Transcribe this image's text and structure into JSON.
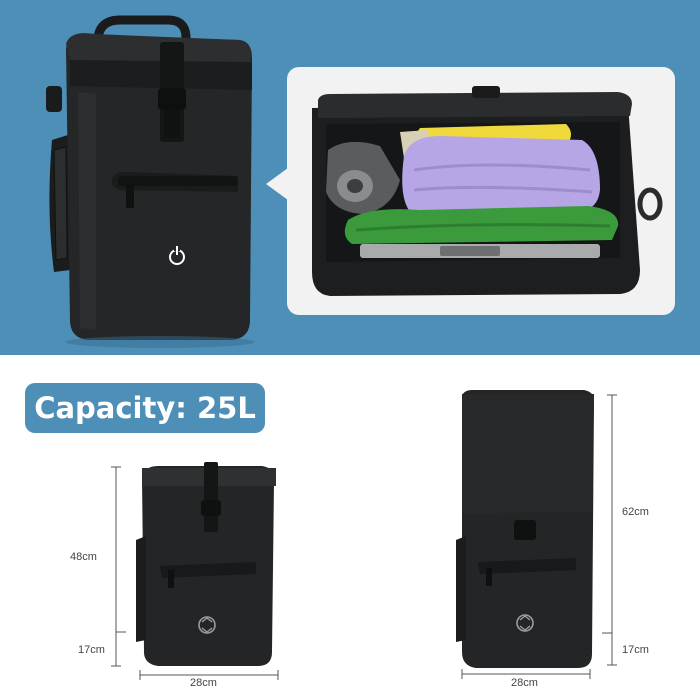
{
  "capacity_label": "Capacity: 25L",
  "dimensions": {
    "left": {
      "height": "48cm",
      "depth": "17cm",
      "width": "28cm"
    },
    "right": {
      "height": "62cm",
      "depth": "17cm",
      "width": "28cm"
    }
  },
  "colors": {
    "band": "#4e8fb7",
    "bag": "#232526",
    "panel": "#f2f2f2",
    "lavender_towel": "#b7a6e6",
    "green_towel": "#3a9a3c",
    "yellow_cloth": "#f0d93a"
  },
  "icons": [
    "power-icon",
    "brand-logo-icon"
  ]
}
